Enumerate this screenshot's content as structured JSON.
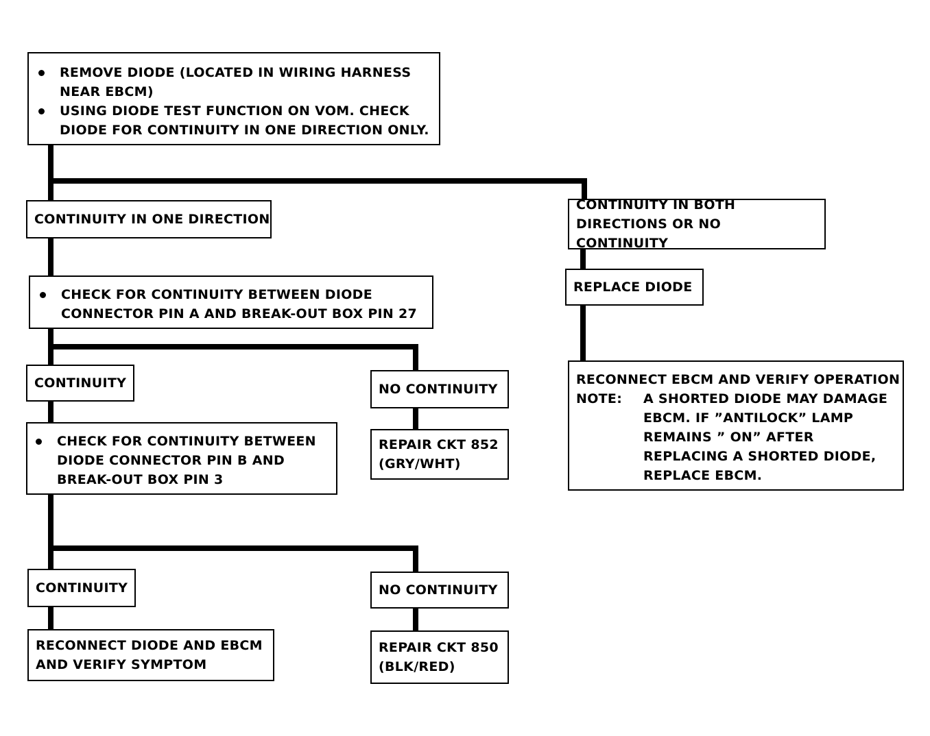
{
  "diagram": {
    "start": {
      "bullets": [
        "REMOVE DIODE (LOCATED IN WIRING HARNESS\nNEAR EBCM)",
        "USING DIODE TEST FUNCTION ON VOM.  CHECK\nDIODE FOR CONTINUITY IN ONE DIRECTION ONLY."
      ]
    },
    "left_branch": {
      "label": "CONTINUITY IN ONE DIRECTION",
      "check_a": "CHECK FOR CONTINUITY BETWEEN DIODE\nCONNECTOR PIN A AND BREAK-OUT BOX PIN 27",
      "a_continuity": "CONTINUITY",
      "a_no_continuity": "NO CONTINUITY",
      "a_repair": "REPAIR CKT 852\n(GRY/WHT)",
      "check_b": "CHECK FOR CONTINUITY BETWEEN\nDIODE CONNECTOR PIN B AND\nBREAK-OUT BOX PIN 3",
      "b_continuity": "CONTINUITY",
      "b_no_continuity": "NO CONTINUITY",
      "b_result": "RECONNECT DIODE AND EBCM\nAND VERIFY SYMPTOM",
      "b_repair": "REPAIR CKT 850\n(BLK/RED)"
    },
    "right_branch": {
      "label": "CONTINUITY IN BOTH\nDIRECTIONS OR NO CONTINUITY",
      "action": "REPLACE DIODE",
      "result_title": "RECONNECT EBCM AND VERIFY OPERATION",
      "note_label": "NOTE:",
      "note_text": "A SHORTED DIODE MAY DAMAGE\nEBCM.  IF  ”ANTILOCK”  LAMP\nREMAINS  ” ON” AFTER\nREPLACING A SHORTED DIODE,\nREPLACE EBCM."
    }
  }
}
